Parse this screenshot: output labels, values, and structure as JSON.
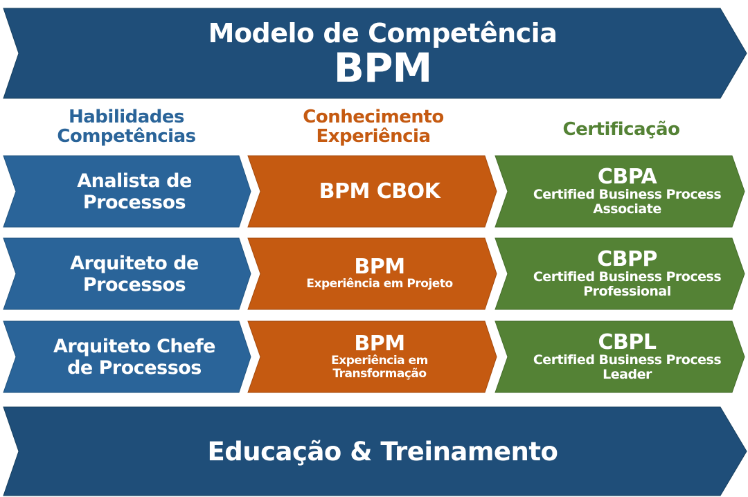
{
  "colors": {
    "navy": "#1F4E79",
    "blue": "#2A6499",
    "orange": "#C55A11",
    "green": "#548235",
    "white": "#FFFFFF"
  },
  "header": {
    "title_line1": "Modelo de Competência",
    "title_line2": "BPM"
  },
  "columns": [
    {
      "line1": "Habilidades",
      "line2": "Competências",
      "color": "#2A6499"
    },
    {
      "line1": "Conhecimento",
      "line2": "Experiência",
      "color": "#C55A11"
    },
    {
      "line1": "Certificação",
      "line2": "",
      "color": "#548235"
    }
  ],
  "rows": [
    {
      "role": {
        "line1": "Analista de",
        "line2": "Processos"
      },
      "knowledge": {
        "title": "BPM CBOK",
        "sub1": "",
        "sub2": ""
      },
      "certification": {
        "code": "CBPA",
        "line1": "Certified Business Process",
        "line2": "Associate"
      }
    },
    {
      "role": {
        "line1": "Arquiteto de",
        "line2": "Processos"
      },
      "knowledge": {
        "title": "BPM",
        "sub1": "Experiência em Projeto",
        "sub2": ""
      },
      "certification": {
        "code": "CBPP",
        "line1": "Certified Business Process",
        "line2": "Professional"
      }
    },
    {
      "role": {
        "line1": "Arquiteto Chefe",
        "line2": "de Processos"
      },
      "knowledge": {
        "title": "BPM",
        "sub1": "Experiência em",
        "sub2": "Transformação"
      },
      "certification": {
        "code": "CBPL",
        "line1": "Certified Business Process",
        "line2": "Leader"
      }
    }
  ],
  "footer": {
    "label": "Educação & Treinamento"
  }
}
